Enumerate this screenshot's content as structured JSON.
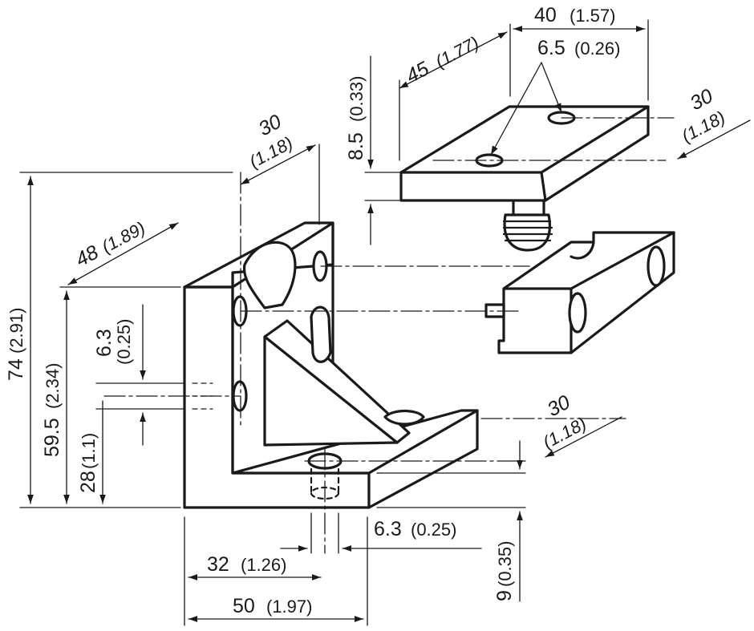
{
  "drawing": {
    "dims": {
      "top_40": "40",
      "top_40_in": "(1.57)",
      "top_45": "45",
      "top_45_in": "(1.77)",
      "top_65": "6.5",
      "top_65_in": "(0.26)",
      "top_85": "8.5",
      "top_85_in": "(0.33)",
      "top_30": "30",
      "top_30_in": "(1.18)",
      "left_30": "30",
      "left_30_in": "(1.18)",
      "left_48": "48",
      "left_48_in": "(1.89)",
      "h_74": "74",
      "h_74_in": "(2.91)",
      "h_595": "59.5",
      "h_595_in": "(2.34)",
      "h_28": "28",
      "h_28_in": "(1.1)",
      "h_63": "6.3",
      "h_63_in": "(0.25)",
      "base_30": "30",
      "base_30_in": "(1.18)",
      "base_63": "6.3",
      "base_63_in": "(0.25)",
      "base_9": "9",
      "base_9_in": "(0.35)",
      "w_32": "32",
      "w_32_in": "(1.26)",
      "w_50": "50",
      "w_50_in": "(1.97)"
    }
  }
}
